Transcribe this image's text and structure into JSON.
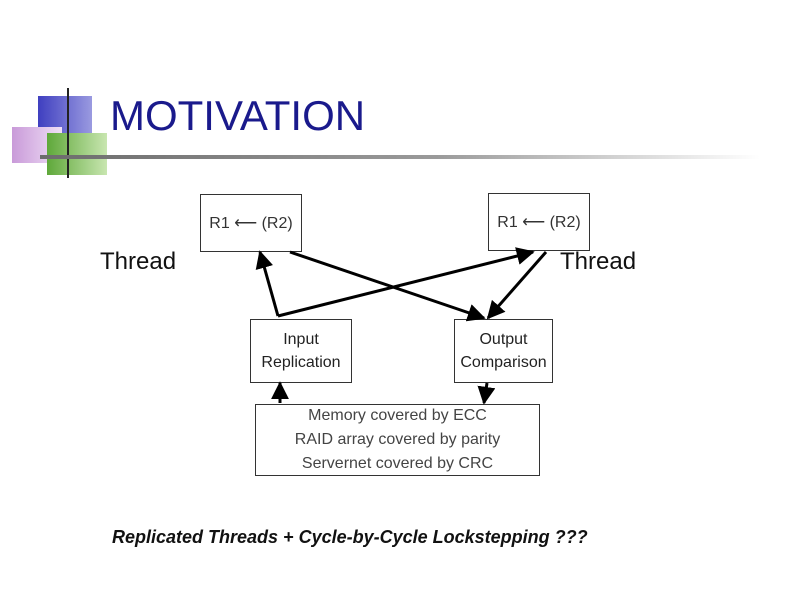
{
  "slide": {
    "title": "MOTIVATION",
    "left_thread_label": "Thread",
    "right_thread_label": "Thread",
    "caption": "Replicated Threads + Cycle-by-Cycle Lockstepping ???"
  },
  "diagram": {
    "left_register_box": "R1 ⟵ (R2)",
    "right_register_box": "R1 ⟵ (R2)",
    "input_replication": [
      "Input",
      "Replication"
    ],
    "output_comparison": [
      "Output",
      "Comparison"
    ],
    "memory_box": [
      "Memory covered by ECC",
      "RAID array covered by parity",
      "Servernet covered by CRC"
    ]
  },
  "colors": {
    "title": "#1a1a8c",
    "logo_blue": "#4a4ac8",
    "logo_lavender": "#d9b4e6",
    "logo_green": "#7ab84a"
  }
}
